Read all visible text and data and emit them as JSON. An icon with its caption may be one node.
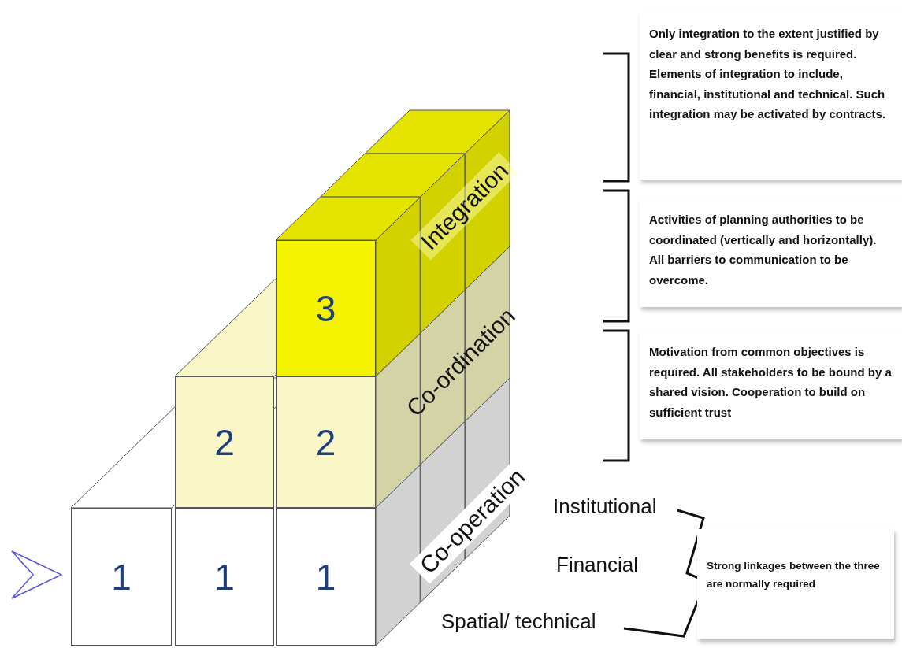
{
  "diagram": {
    "nodes": [
      {
        "text": [
          "1"
        ]
      },
      {
        "text": [
          "1"
        ]
      },
      {
        "text": [
          "1"
        ]
      },
      {
        "text": [
          "2"
        ]
      },
      {
        "text": [
          "2"
        ]
      },
      {
        "text": [
          "3"
        ]
      },
      {
        "text": [
          "Integration"
        ]
      },
      {
        "text": [
          "Co-ordination"
        ]
      },
      {
        "text": [
          "Co-operation"
        ]
      },
      {
        "text": [
          "Only integration to the extent justified by clear and strong benefits is required. Elements of integration to include, financial, institutional and technical. Such integration may be activated by contracts."
        ]
      },
      {
        "text": [
          "Activities of planning authorities to be coordinated (vertically and horizontally). All barriers to communication to be overcome."
        ]
      },
      {
        "text": [
          "Motivation from common objectives is required. All stakeholders to be bound by a shared vision. Cooperation to build on sufficient trust"
        ]
      },
      {
        "text": [
          "Strong linkages between the three are normally required"
        ]
      }
    ],
    "labels": [
      "Institutional",
      "Financial",
      "Spatial/ technical"
    ]
  }
}
